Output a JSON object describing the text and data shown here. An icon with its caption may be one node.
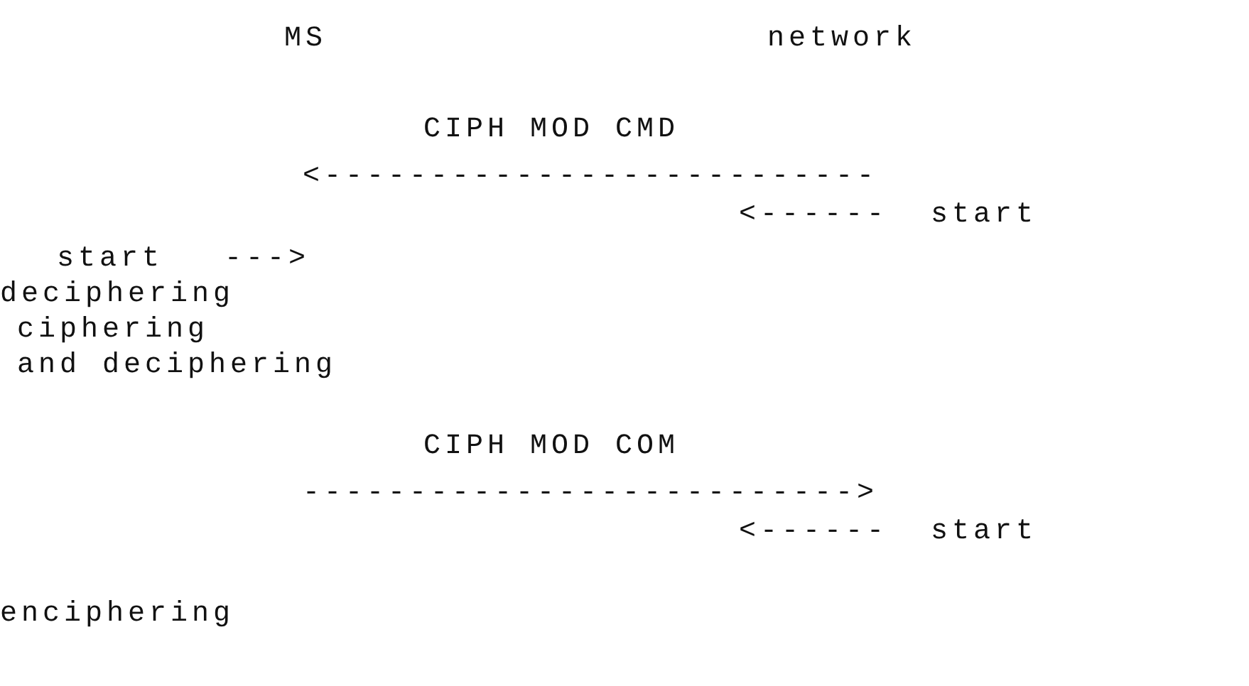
{
  "diagram": {
    "labels": [
      "MS",
      "network",
      "CIPH MOD CMD",
      "<--------------------------",
      "<------",
      "start",
      "start",
      "--->",
      "deciphering",
      "ciphering",
      "and deciphering",
      "CIPH MOD COM",
      "-------------------------->",
      "<------",
      "start",
      "enciphering"
    ]
  }
}
